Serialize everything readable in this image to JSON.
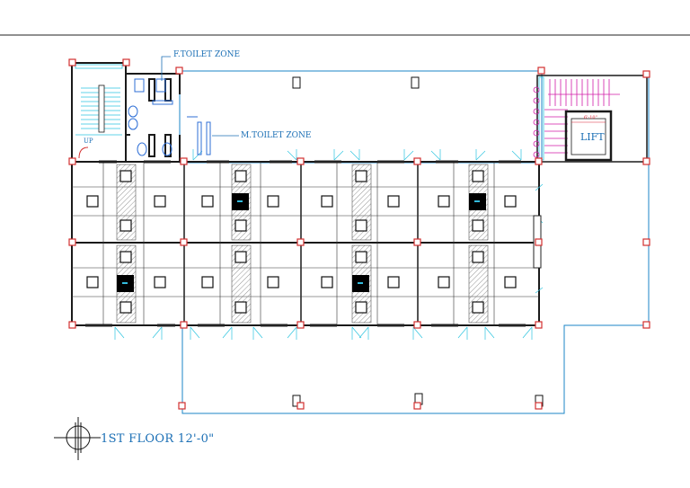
{
  "labels": {
    "title": "1ST  FLOOR 12'-0\"",
    "f_toilet": "F.TOILET ZONE",
    "m_toilet": "M.TOILET ZONE",
    "lift": "LIFT",
    "up": "UP",
    "dim": "6'-10\""
  },
  "colors": {
    "wall": "#1a1a1a",
    "column": "#d32f2f",
    "outline": "#1b86c7",
    "stair": "#1aa6c8",
    "toilet": "#2f6fd6",
    "lift_stair": "#d01aa8",
    "text": "#1b6fb5"
  },
  "icons": {
    "north_marker": "crosshair-north-icon"
  }
}
